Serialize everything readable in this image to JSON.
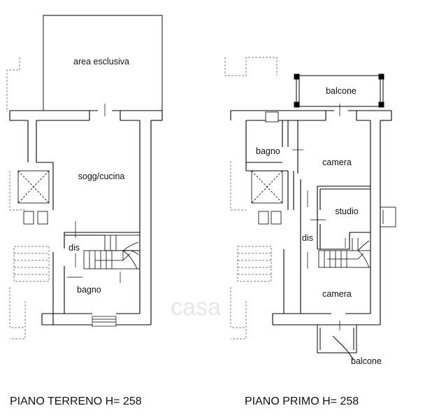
{
  "ground_floor": {
    "caption": "PIANO TERRENO H= 258",
    "rooms": {
      "area": "area esclusiva",
      "living": "sogg/cucina",
      "dis": "dis",
      "bath": "bagno"
    }
  },
  "first_floor": {
    "caption": "PIANO PRIMO H= 258",
    "rooms": {
      "balcony_top": "balcone",
      "bath": "bagno",
      "bedroom_top": "camera",
      "studio": "studio",
      "dis": "dis",
      "bedroom_bottom": "camera",
      "balcony_bottom": "balcone"
    }
  },
  "watermark": "casa"
}
